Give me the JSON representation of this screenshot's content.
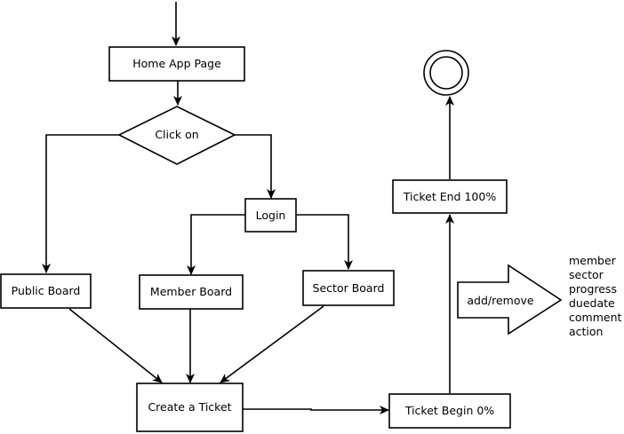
{
  "nodes": {
    "home": "Home App Page",
    "click": "Click on",
    "login": "Login",
    "public": "Public Board",
    "member": "Member Board",
    "sector": "Sector Board",
    "create": "Create a Ticket",
    "begin": "Ticket Begin 0%",
    "end": "Ticket End 100%",
    "action": "add/remove"
  },
  "fields": [
    "member",
    "sector",
    "progress",
    "duedate",
    "comment",
    "action"
  ]
}
